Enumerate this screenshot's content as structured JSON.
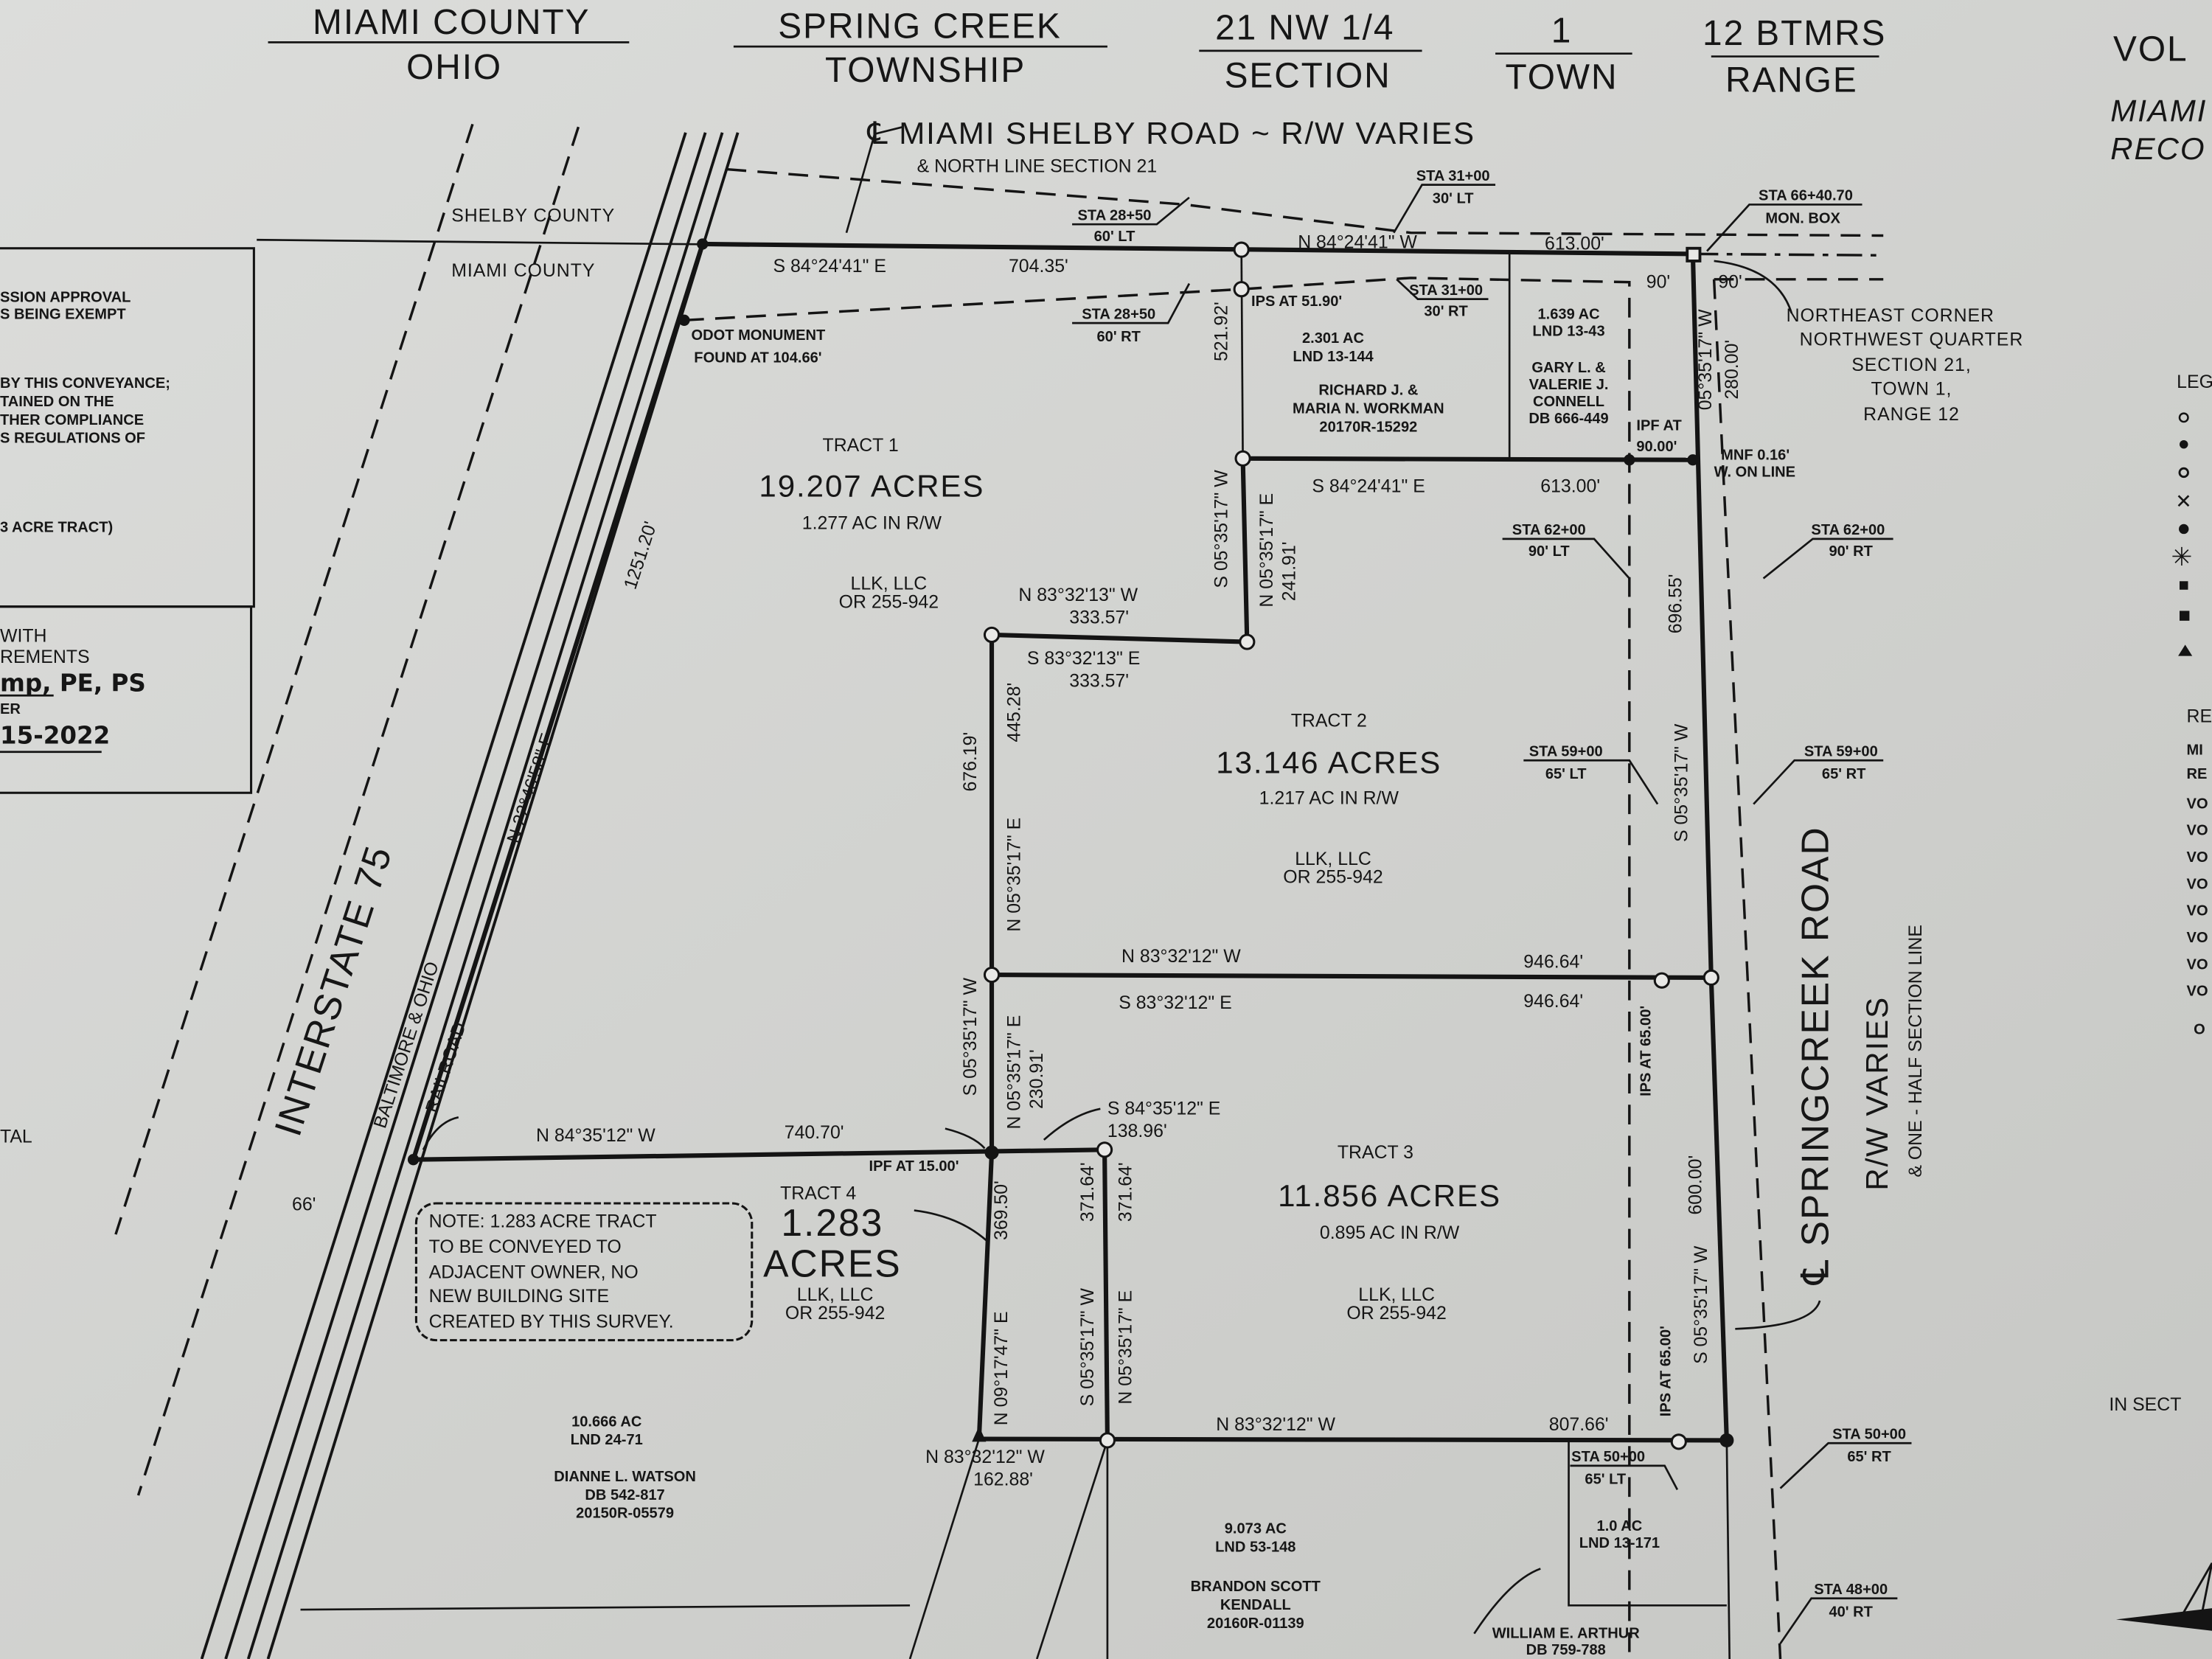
{
  "header": {
    "county": "MIAMI COUNTY",
    "state": "OHIO",
    "township_name": "SPRING CREEK",
    "township": "TOWNSHIP",
    "section_value": "21 NW 1/4",
    "section": "SECTION",
    "town_value": "1",
    "town": "TOWN",
    "range_value": "12 BTMRS",
    "range": "RANGE",
    "vol": "VOL",
    "recorder_1": "MIAMI",
    "recorder_2": "RECO"
  },
  "roads": {
    "north_road": "℄  MIAMI SHELBY ROAD ~ R/W VARIES",
    "north_road_sub": "& NORTH LINE SECTION 21",
    "east_road": "℄ SPRINGCREEK ROAD",
    "east_rw": "R/W VARIES",
    "east_sub": "& ONE - HALF SECTION LINE",
    "interstate": "INTERSTATE 75",
    "railroad_1": "BALTIMORE & OHIO",
    "railroad_2": "RAILROAD",
    "shelby_county": "SHELBY COUNTY",
    "miami_county": "MIAMI COUNTY",
    "row_66": "66'"
  },
  "left_box": {
    "lines": [
      "SSION APPROVAL",
      "S BEING EXEMPT",
      "BY THIS CONVEYANCE;",
      "TAINED ON THE",
      "THER COMPLIANCE",
      "S REGULATIONS OF",
      "3 ACRE TRACT)"
    ],
    "cert_lines": [
      "WITH",
      "REMENTS"
    ],
    "signature": "mp, PE, PS",
    "signer_title": "ER",
    "date": "15-2022",
    "total_fragment": "TAL"
  },
  "tracts": {
    "t1": {
      "label": "TRACT 1",
      "acres": "19.207 ACRES",
      "rw": "1.277 AC IN R/W",
      "owner": "LLK, LLC",
      "record": "OR 255-942"
    },
    "t2": {
      "label": "TRACT 2",
      "acres": "13.146 ACRES",
      "rw": "1.217 AC IN R/W",
      "owner": "LLK, LLC",
      "record": "OR 255-942"
    },
    "t3": {
      "label": "TRACT 3",
      "acres": "11.856 ACRES",
      "rw": "0.895 AC IN R/W",
      "owner": "LLK, LLC",
      "record": "OR 255-942"
    },
    "t4": {
      "label": "TRACT 4",
      "acres_1": "1.283",
      "acres_2": "ACRES",
      "owner": "LLK, LLC",
      "record": "OR 255-942"
    }
  },
  "note": [
    "NOTE: 1.283 ACRE TRACT",
    "TO BE CONVEYED TO",
    "ADJACENT OWNER, NO",
    "NEW BUILDING SITE",
    "CREATED BY THIS SURVEY."
  ],
  "parcels": {
    "workman": [
      "2.301 AC",
      "LND 13-144",
      "RICHARD J. &",
      "MARIA N. WORKMAN",
      "20170R-15292"
    ],
    "connell": [
      "1.639 AC",
      "LND 13-43",
      "GARY L. &",
      "VALERIE J.",
      "CONNELL",
      "DB 666-449"
    ],
    "watson": [
      "10.666 AC",
      "LND 24-71",
      "DIANNE L. WATSON",
      "DB 542-817",
      "20150R-05579"
    ],
    "kendall": [
      "9.073 AC",
      "LND 53-148",
      "BRANDON SCOTT",
      "KENDALL",
      "20160R-01139"
    ],
    "arthur_lot": [
      "1.0 AC",
      "LND 13-171"
    ],
    "arthur": [
      "WILLIAM E. ARTHUR",
      "DB 759-788"
    ]
  },
  "corner_note": [
    "NORTHEAST CORNER",
    "NORTHWEST QUARTER",
    "SECTION 21,",
    "TOWN 1,",
    "RANGE 12"
  ],
  "monuments": {
    "odot_1": "ODOT MONUMENT",
    "odot_2": "FOUND AT 104.66'",
    "ips_51": "IPS AT 51.90'",
    "ipf_90_1": "IPF AT",
    "ipf_90_2": "90.00'",
    "mnf_1": "MNF 0.16'",
    "mnf_2": "W. ON LINE",
    "ipf_15": "IPF AT 15.00'",
    "ips_65a": "IPS AT 65.00'",
    "ips_65b": "IPS AT 65.00'"
  },
  "stations": [
    {
      "sta": "STA 28+50",
      "off": "60' LT"
    },
    {
      "sta": "STA 31+00",
      "off": "30' LT"
    },
    {
      "sta": "STA 66+40.70",
      "off": "MON. BOX"
    },
    {
      "sta": "STA 28+50",
      "off": "60' RT"
    },
    {
      "sta": "STA 31+00",
      "off": "30' RT"
    },
    {
      "sta": "STA 62+00",
      "off": "90' LT"
    },
    {
      "sta": "STA 62+00",
      "off": "90' RT"
    },
    {
      "sta": "STA 59+00",
      "off": "65' LT"
    },
    {
      "sta": "STA 59+00",
      "off": "65' RT"
    },
    {
      "sta": "STA 50+00",
      "off": "65' LT"
    },
    {
      "sta": "STA 50+00",
      "off": "65' RT"
    },
    {
      "sta": "STA 48+00",
      "off": "40' RT"
    }
  ],
  "calls": {
    "north_w_bearing": "S 84°24'41\" E",
    "north_w_dist": "704.35'",
    "north_e_bearing": "N 84°24'41\" W",
    "north_e_dist": "613.00'",
    "d90a": "90'",
    "d90b": "90'",
    "workman_s_bearing": "S 84°24'41\" E",
    "workman_s_dist": "613.00'",
    "w_1251": "1251.20'",
    "w_bearing": "N 22°46'58\" E",
    "d521": "521.92'",
    "b_s05a": "S 05°35'17\" W",
    "b_n05a": "N 05°35'17\" E",
    "d241": "241.91'",
    "t1s_bearing": "N 83°32'13\" W",
    "t1s_dist": "333.57'",
    "t2n_bearing": "S 83°32'13\" E",
    "t2n_dist": "333.57'",
    "d676": "676.19'",
    "b_n05b": "N 05°35'17\" E",
    "d445": "445.28'",
    "b_s05b": "S 05°35'17\" W",
    "b_n05c": "N 05°35'17\" E",
    "d230": "230.91'",
    "ne_b": "05°35'17\" W",
    "d280": "280.00'",
    "d696": "696.55'",
    "b_s05c": "S 05°35'17\" W",
    "t2s_bearing": "N 83°32'12\" W",
    "t2s_dist": "946.64'",
    "t3n_bearing": "S 83°32'12\" E",
    "t3n_dist": "946.64'",
    "d600": "600.00'",
    "b_s05d": "S 05°35'17\" W",
    "t1w_bearing": "N 84°35'12\" W",
    "t1w_dist": "740.70'",
    "t4n_bearing": "S 84°35'12\" E",
    "t4n_dist": "138.96'",
    "b_n09": "N 09°17'47\" E",
    "d369": "369.50'",
    "b_s05e": "S 05°35'17\" W",
    "d371a": "371.64'",
    "b_n05d": "N 05°35'17\" E",
    "d371b": "371.64'",
    "t3s_bearing": "N 83°32'12\" W",
    "t3s_dist": "807.66'",
    "t4s_bearing": "N 83°32'12\" W",
    "t4s_dist": "162.88'"
  },
  "legend": {
    "title": "LEG",
    "symbols": [
      "circle-open",
      "circle-filled",
      "pin-open",
      "cross-x",
      "monument-filled",
      "asterisk",
      "square-filled",
      "square-dot",
      "triangle"
    ],
    "ref_title": "RE",
    "ref_lines": [
      "MI",
      "RE",
      "VO",
      "VO",
      "VO",
      "VO",
      "VO",
      "VO",
      "VO",
      "VO",
      "O"
    ]
  },
  "right_misc": {
    "in_sect": "IN SECT"
  },
  "colors": {
    "paper": "#cfd0cd",
    "ink": "#161616"
  }
}
